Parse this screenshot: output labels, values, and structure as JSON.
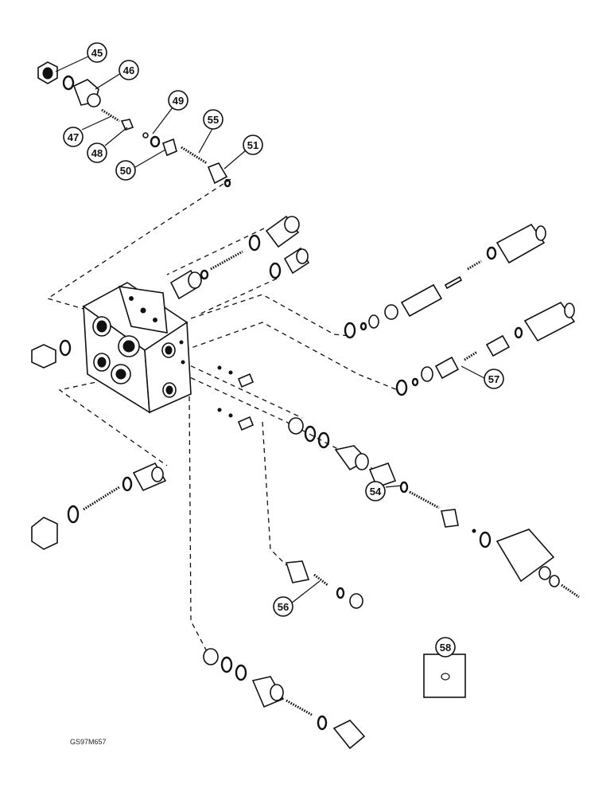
{
  "figure_code": "GS97M657",
  "callouts": [
    "45",
    "46",
    "47",
    "48",
    "49",
    "50",
    "55",
    "51",
    "57",
    "54",
    "56",
    "58"
  ]
}
